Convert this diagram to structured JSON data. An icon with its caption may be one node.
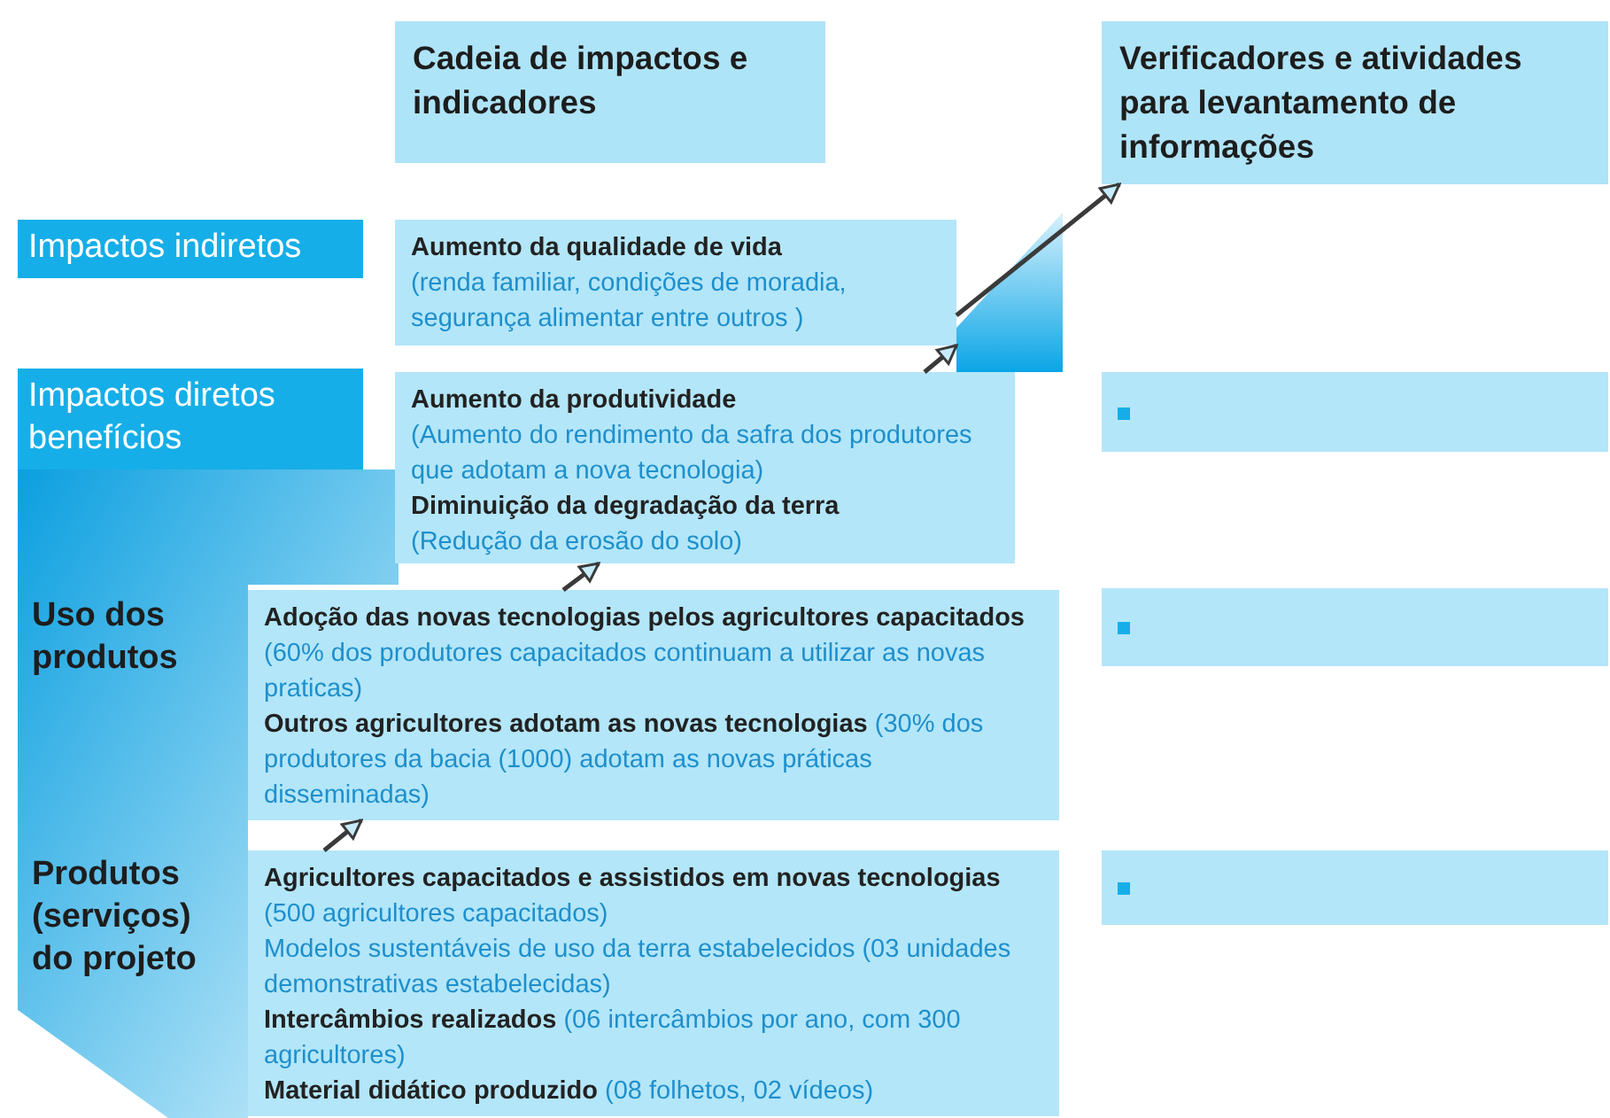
{
  "diagram": {
    "nodes": [
      {
        "text": [
          "Cadeia de impactos e indicadores"
        ]
      },
      {
        "text": [
          "Verificadores e atividades para levantamento de informações"
        ]
      },
      {
        "text": [
          "Impactos indiretos"
        ]
      },
      {
        "text": [
          "**Aumento da qualidade de vida**",
          "(renda familiar, condições de moradia, segurança alimentar entre outros )"
        ]
      },
      {
        "text": [
          "Impactos diretos benefícios"
        ]
      },
      {
        "text": [
          "**Aumento da produtividade**",
          "(Aumento do rendimento da safra dos produtores que adotam a nova tecnologia)",
          "**Diminuição da degradação da terra**",
          "(Redução da erosão do solo)"
        ]
      },
      {
        "text": [],
        "shape": "box"
      },
      {
        "text": [
          "**Adoção das  novas tecnologias pelos agricultores capacitados** (60% dos  produtores capacitados continuam a utilizar  as novas praticas)",
          "**Outros agricultores adotam as novas tecnologias** (30%  dos produtores da bacia (1000) adotam as novas práticas disseminadas)"
        ]
      },
      {
        "text": [],
        "shape": "box"
      },
      {
        "text": [
          "**Agricultores capacitados e assistidos em novas tecnologias** (500 agricultores capacitados)",
          "Modelos sustentáveis de uso da terra estabelecidos (03 unidades  demonstrativas estabelecidas)",
          "**Intercâmbios realizados** (06 intercâmbios por ano, com 300 agricultores)",
          "**Material didático produzido** (08 folhetos, 02 vídeos)"
        ]
      },
      {
        "text": [],
        "shape": "box"
      }
    ],
    "edges": [
      {
        "from": 9,
        "to": 7,
        "arrow": "to"
      },
      {
        "from": 7,
        "to": 5,
        "arrow": "to"
      },
      {
        "from": 5,
        "to": 3,
        "arrow": "to"
      },
      {
        "from": 3,
        "to": 1,
        "arrow": "to"
      }
    ],
    "labels": [
      "Uso dos produtos",
      "Produtos (serviços) do projeto"
    ]
  }
}
